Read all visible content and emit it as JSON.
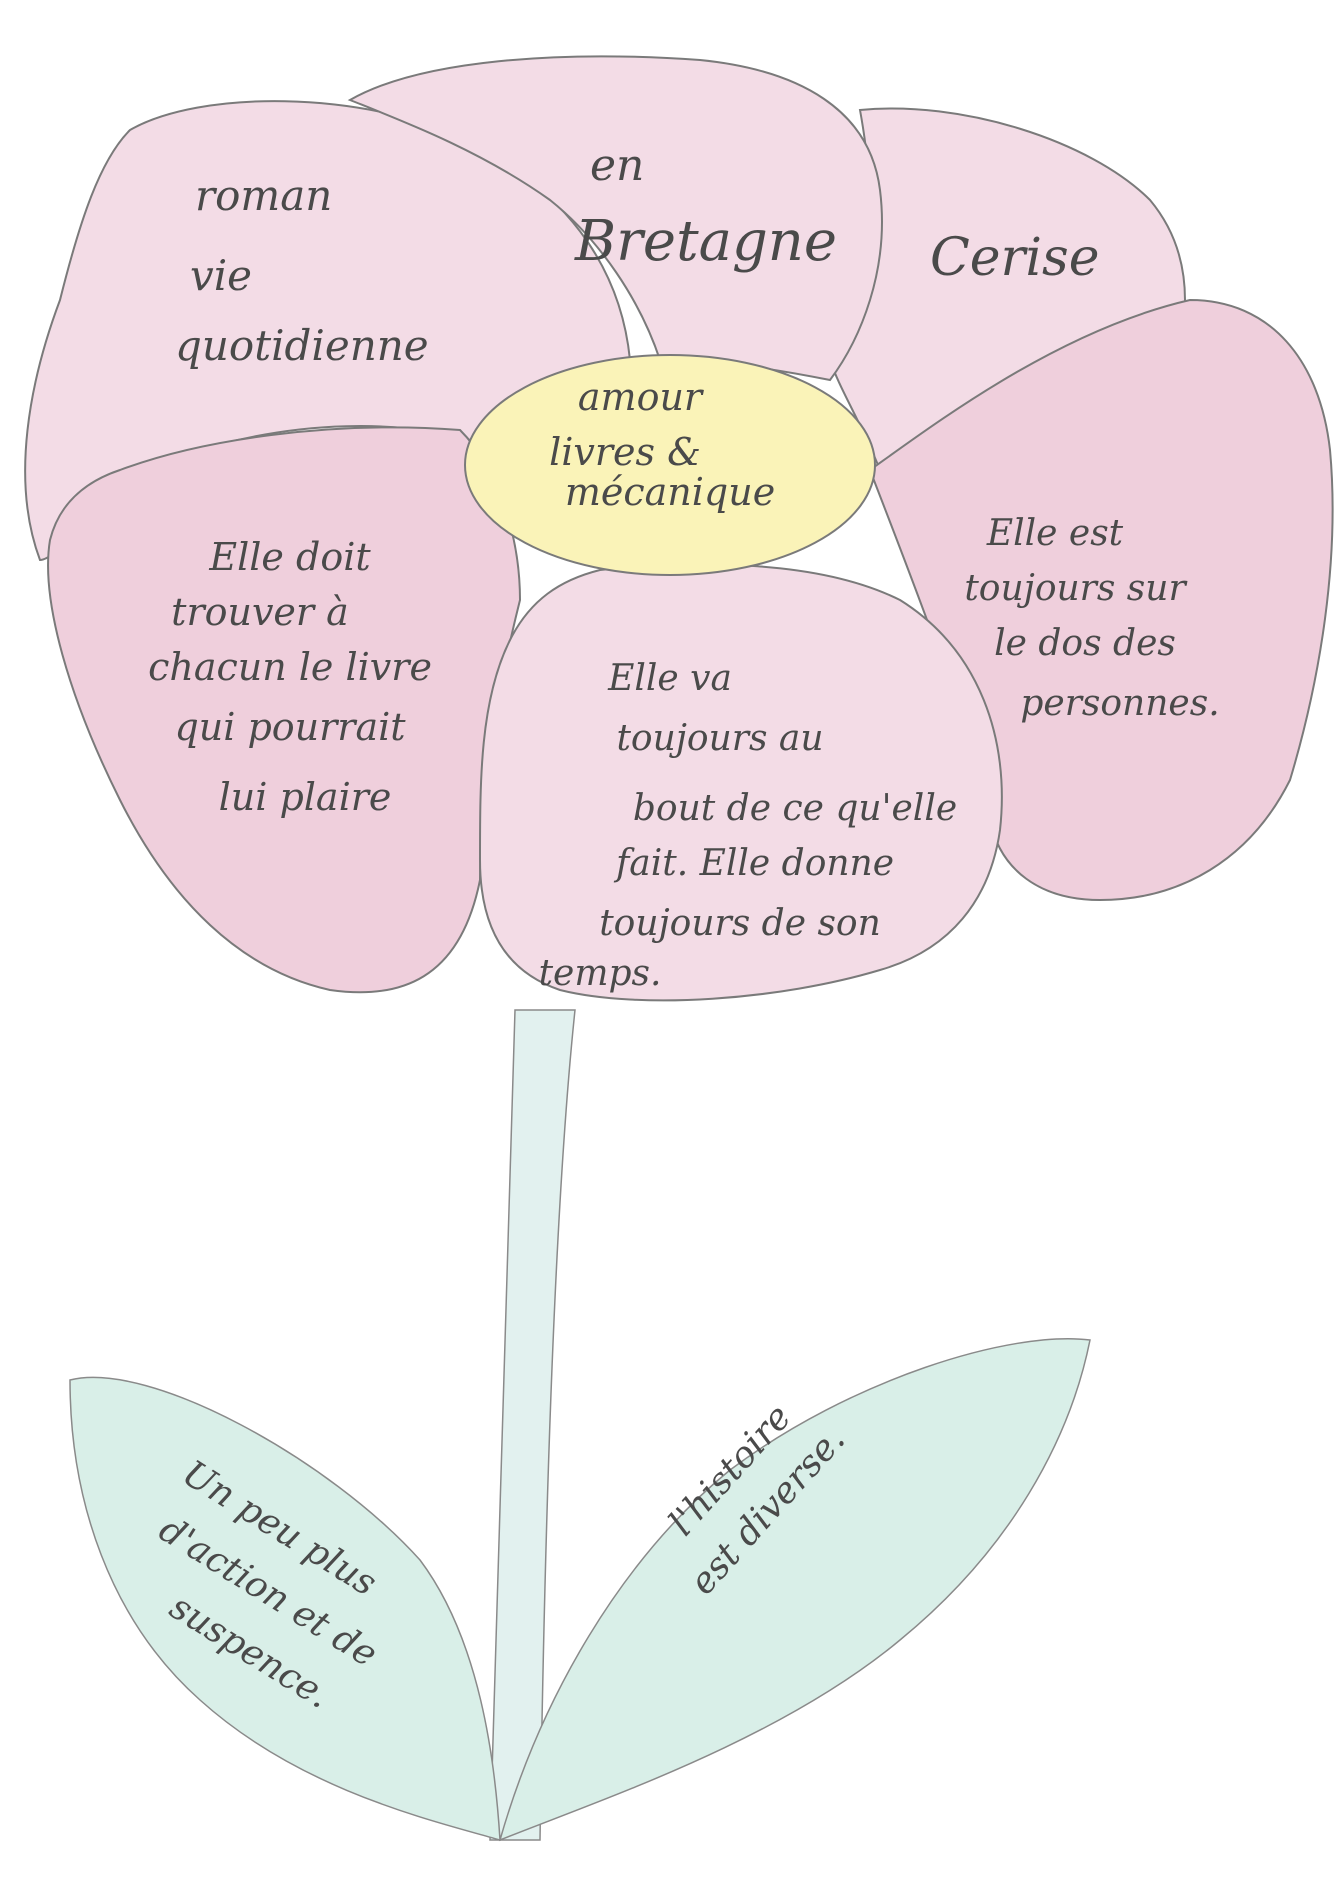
{
  "colors": {
    "petal_fill": "#f3dce6",
    "petal_shade": "#efcfdc",
    "petal_outline": "#7a7a7a",
    "center_fill": "#faf3b8",
    "stem_fill": "#e2f1ef",
    "leaf_fill": "#d9efe8",
    "ink": "#4a4a4a"
  },
  "petals": {
    "top_left": [
      "roman",
      "vie",
      "quotidienne"
    ],
    "top_middle": [
      "en",
      "Bretagne"
    ],
    "top_right": [
      "Cerise"
    ],
    "center": [
      "amour",
      "livres &",
      "mécanique"
    ],
    "left": [
      "Elle doit",
      "trouver à",
      "chacun le livre",
      "qui pourrait",
      "lui plaire"
    ],
    "right": [
      "Elle est",
      "toujours sur",
      "le dos des",
      "personnes."
    ],
    "bottom": [
      "Elle va",
      "toujours au",
      "bout de ce qu'elle",
      "fait. Elle donne",
      "toujours de son",
      "temps."
    ]
  },
  "leaves": {
    "left": [
      "Un peu plus",
      "d'action et de",
      "suspence."
    ],
    "right": [
      "l'histoire",
      "est diverse."
    ]
  }
}
